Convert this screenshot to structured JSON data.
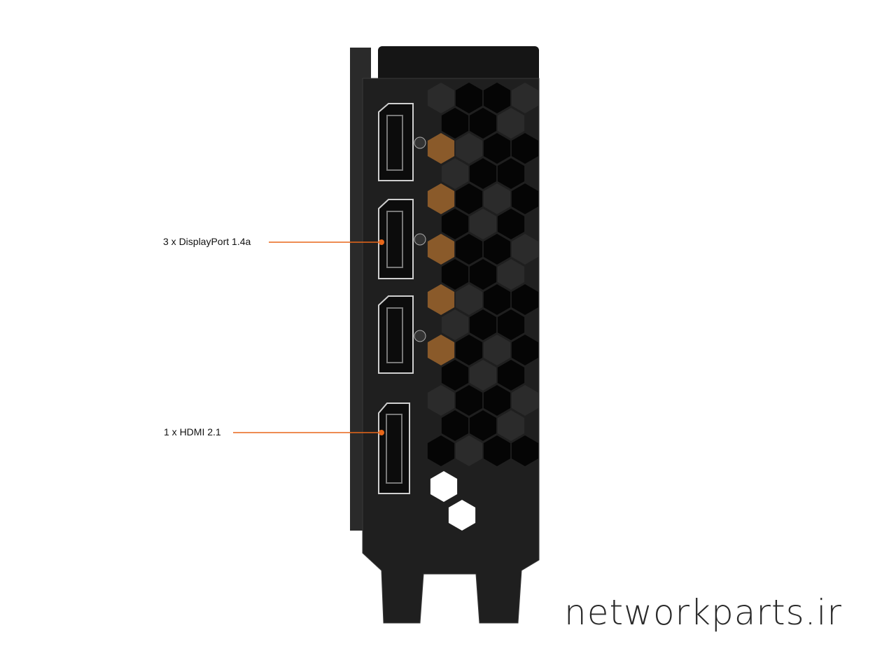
{
  "callouts": [
    {
      "text": "3 x DisplayPort 1.4a"
    },
    {
      "text": "1 x HDMI 2.1"
    }
  ],
  "watermark": "networkparts.ir",
  "colors": {
    "callout": "#e8671a",
    "bracket": "#1e1e1e"
  }
}
